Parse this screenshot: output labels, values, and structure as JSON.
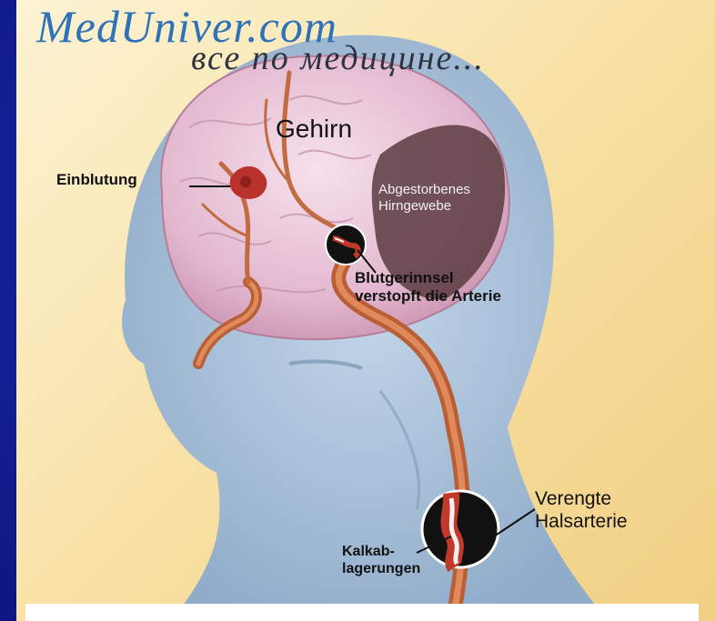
{
  "watermark": {
    "site": "MedUniver.com",
    "tagline": "все по медицине..."
  },
  "labels": {
    "brain": "Gehirn",
    "bleeding": "Einblutung",
    "dead_tissue_line1": "Abgestorbenes",
    "dead_tissue_line2": "Hirngewebe",
    "clot_line1": "Blutgerinnsel",
    "clot_line2": "verstopft die Arterie",
    "narrowed_line1": "Verengte",
    "narrowed_line2": "Halsarterie",
    "calc_line1": "Kalkab-",
    "calc_line2": "lagerungen"
  },
  "colors": {
    "background_blue": "#16229a",
    "panel": "#f7dfa0",
    "head": "#a9c2dc",
    "brain": "#e9c3d6",
    "artery": "#c86a3e",
    "dead_tissue": "#5a3a3e"
  }
}
